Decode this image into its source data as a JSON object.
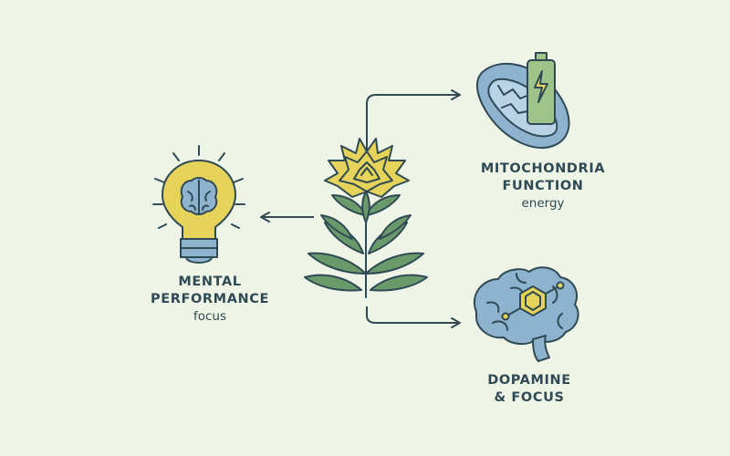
{
  "mental": {
    "title_line1": "MENTAL",
    "title_line2": "PERFORMANCE",
    "subtitle": "focus"
  },
  "mito": {
    "title_line1": "MITOCHONDRIA",
    "title_line2": "FUNCTION",
    "subtitle": "energy"
  },
  "dopamine": {
    "title_line1": "DOPAMINE",
    "title_line2": "& FOCUS"
  },
  "colors": {
    "background": "#eef5e6",
    "outline": "#2f4a55",
    "leaf_green": "#6a9a6a",
    "flower_yellow": "#e6d35a",
    "brain_blue": "#8eb3cf",
    "battery_green": "#9fc48a"
  },
  "icons": [
    "plant-icon",
    "lightbulb-brain-icon",
    "mitochondria-icon",
    "battery-icon",
    "brain-molecule-icon"
  ]
}
